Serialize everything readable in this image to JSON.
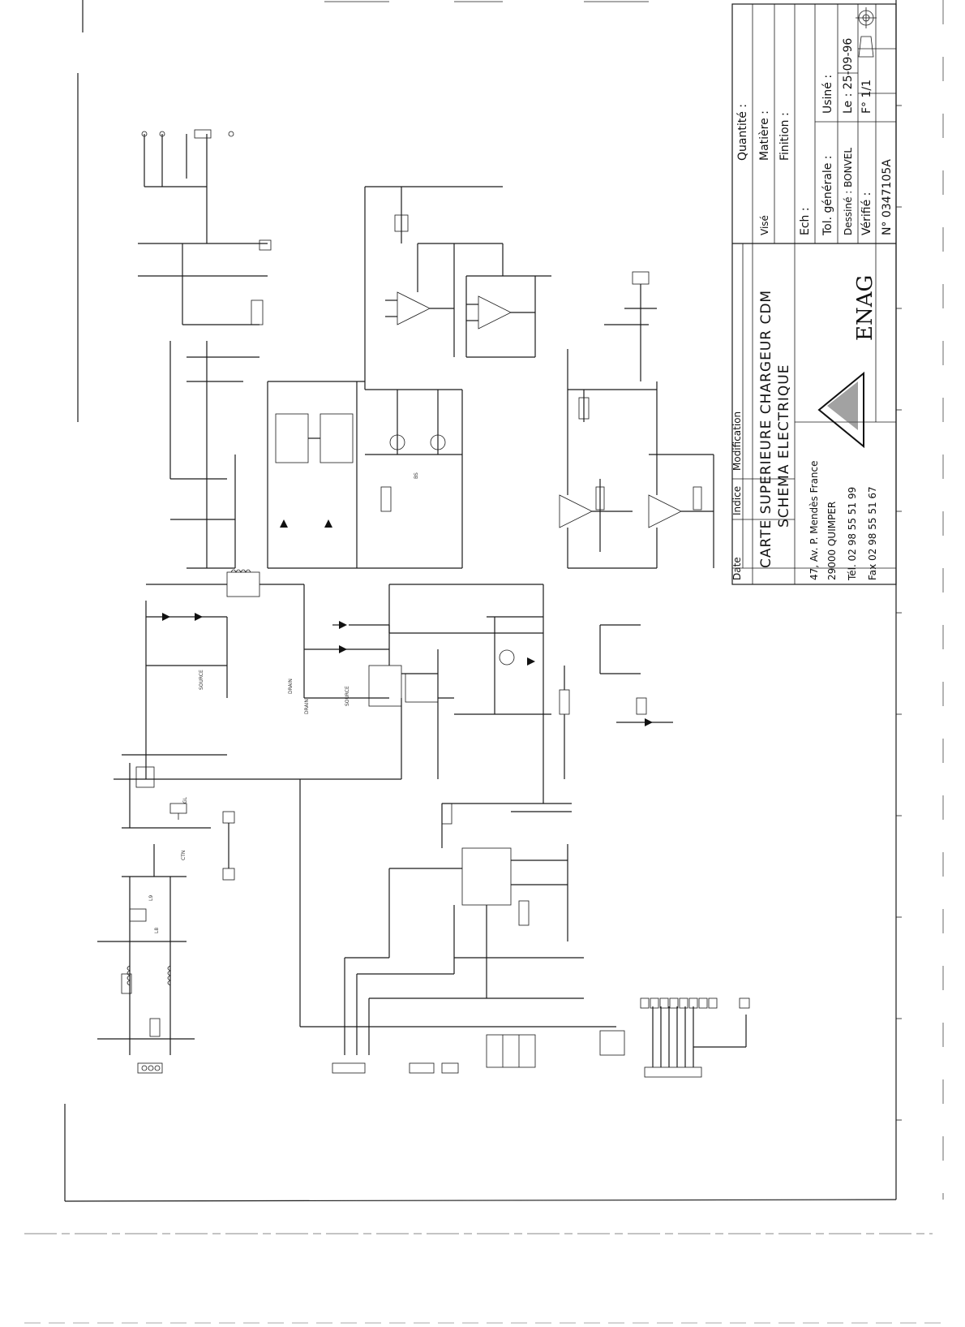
{
  "title_block": {
    "labels": {
      "quantite": "Quantité :",
      "matiere": "Matière :",
      "finition": "Finition :",
      "usine": "Usiné :",
      "vise": "Visé",
      "ech": "Ech :",
      "tol_generale": "Tol. générale :",
      "date_label": "Le : 25-09-96",
      "dessine": "Dessiné : BONVEL",
      "folio": "F° 1/1",
      "verifie": "Vérifié :",
      "numero": "N° 0347105A",
      "date_col": "Date",
      "indice_col": "Indice",
      "modification_col": "Modification"
    },
    "title_line1": "CARTE SUPERIEURE CHARGEUR CDM",
    "title_line2": "SCHEMA ELECTRIQUE",
    "company": "ENAG",
    "address_line1": "47, Av. P. Mendès France",
    "address_line2": "29000 QUIMPER",
    "tel": "Tél. 02 98 55 51 99",
    "fax": "Fax 02 98 55 51 67"
  },
  "schematic": {
    "component_labels": [
      "SOURCE",
      "DRAIN",
      "L8",
      "L9",
      "CTN",
      "GL",
      "BS",
      "SOURCE",
      "DRAIN"
    ]
  }
}
